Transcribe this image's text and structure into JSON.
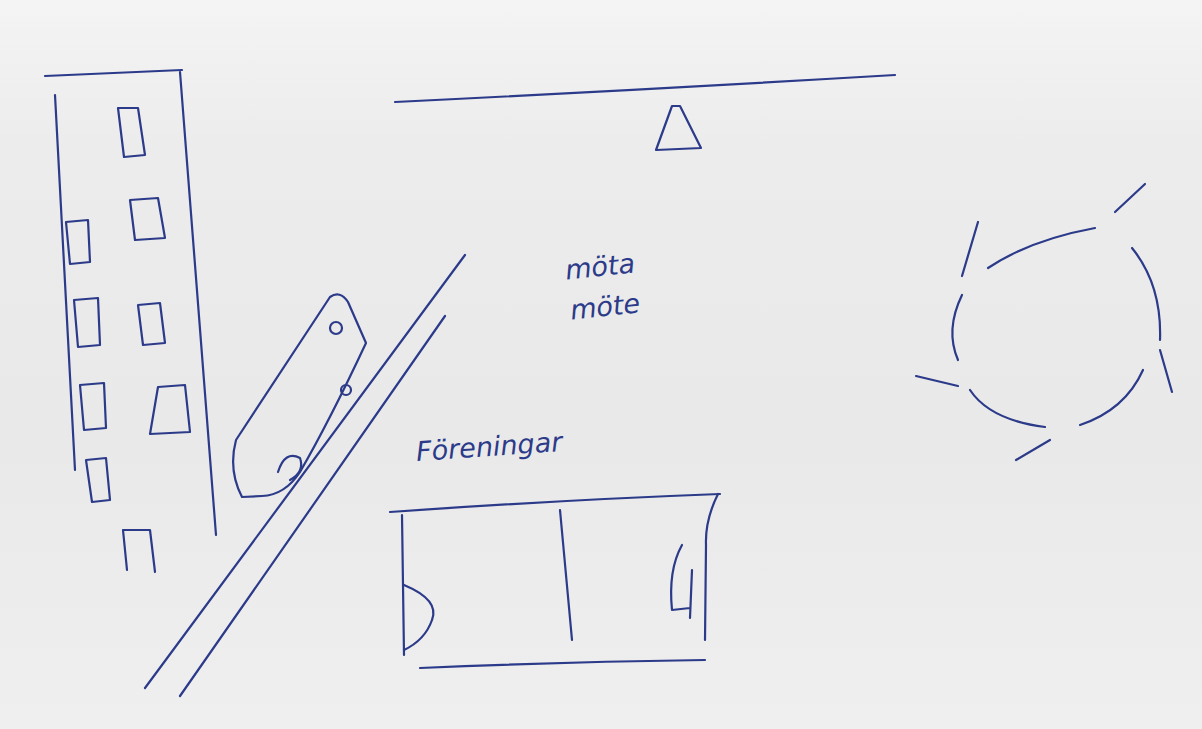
{
  "diagram": {
    "labels": [
      "möta",
      "möte",
      "Föreningar"
    ]
  }
}
